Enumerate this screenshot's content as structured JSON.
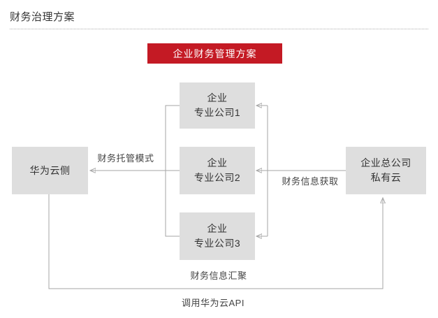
{
  "page": {
    "title": "财务治理方案"
  },
  "colors": {
    "accent_red": "#c41a24",
    "node_gray": "#dedede",
    "line_gray": "#a6a6a6",
    "text_dark": "#333333",
    "text_on_red": "#ffffff"
  },
  "diagram": {
    "header": {
      "label": "企业财务管理方案"
    },
    "nodes": {
      "huawei_cloud": {
        "label": "华为云侧"
      },
      "company1": {
        "label": "企业\n专业公司1"
      },
      "company2": {
        "label": "企业\n专业公司2"
      },
      "company3": {
        "label": "企业\n专业公司3"
      },
      "hq_private_cloud": {
        "label": "企业总公司\n私有云"
      }
    },
    "edge_labels": {
      "custody_mode": "财务托管模式",
      "info_fetch": "财务信息获取",
      "info_aggregate": "财务信息汇聚",
      "call_api": "调用华为云API"
    }
  }
}
